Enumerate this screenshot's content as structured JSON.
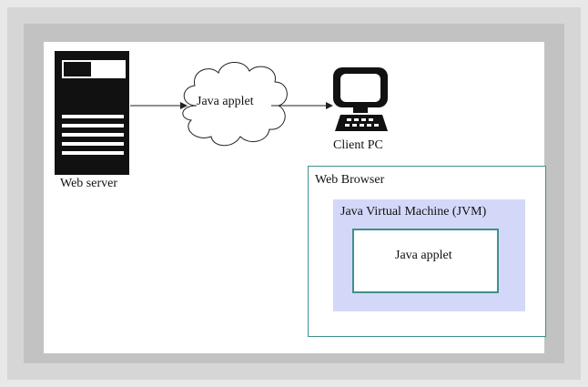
{
  "diagram": {
    "web_server_label": "Web server",
    "cloud_label": "Java applet",
    "client_label": "Client PC",
    "browser_label": "Web Browser",
    "jvm_label": "Java Virtual Machine (JVM)",
    "applet_label": "Java applet"
  },
  "colors": {
    "teal_border": "#3f8f8f",
    "jvm_fill": "#d4d8f8",
    "outer_frame": "#c2c2c2"
  }
}
